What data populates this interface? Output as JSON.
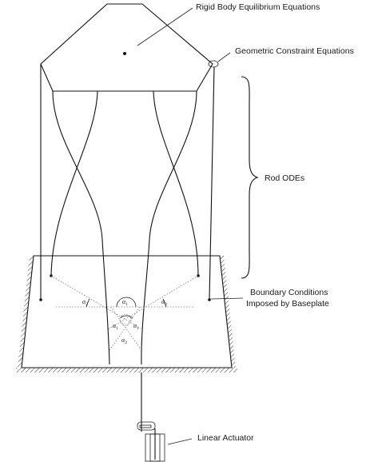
{
  "labels": {
    "rigid_body": "Rigid Body Equilibrium Equations",
    "geometric_constraint": "Geometric Constraint Equations",
    "rod_odes": "Rod ODEs",
    "boundary_line1": "Boundary Conditions",
    "boundary_line2": "Imposed by Baseplate",
    "linear_actuator": "Linear Actuator"
  },
  "angle_labels": {
    "alpha": "α",
    "sub1": "1",
    "sub2": "2"
  }
}
